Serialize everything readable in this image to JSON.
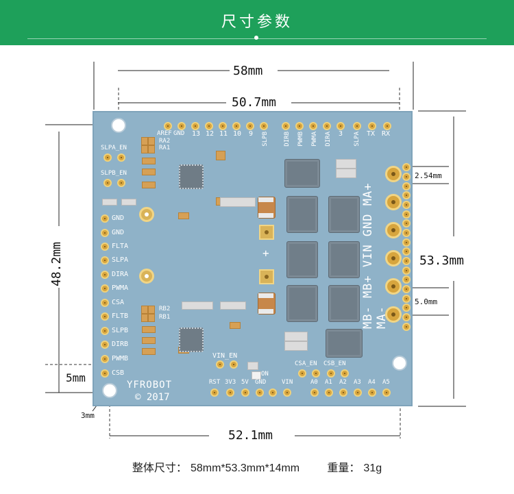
{
  "banner": {
    "title": "尺寸参数"
  },
  "dims": {
    "width_outer": "58mm",
    "width_holes": "50.7mm",
    "height_left": "48.2mm",
    "offset_5mm": "5mm",
    "hole_3mm": "3mm",
    "width_bottom": "52.1mm",
    "pitch": "2.54mm",
    "height_right": "53.3mm",
    "spacing_5": "5.0mm"
  },
  "board": {
    "brand": "YFROBOT",
    "year": "© 2017",
    "top_header": [
      "AREF",
      "GND",
      "13",
      "12",
      "11",
      "10",
      "9"
    ],
    "top_header_b": [
      "SLPB",
      "DIRB",
      "PWMB",
      "PWMA",
      "DIRA",
      "3",
      "SLPA",
      "TX",
      "RX"
    ],
    "left_pins": [
      "GND",
      "GND",
      "FLTA",
      "SLPA",
      "DIRA",
      "PWMA",
      "CSA",
      "FLTB",
      "SLPB",
      "DIRB",
      "PWMB",
      "CSB"
    ],
    "left_jumpers": [
      "SLPA_EN",
      "SLPB_EN"
    ],
    "resistors_top": [
      "RA2",
      "RA1"
    ],
    "resistors_bottom": [
      "RB2",
      "RB1"
    ],
    "vin_en": "VIN_EN",
    "csa_en": "CSA_EN",
    "csb_en": "CSB_EN",
    "power_pins": [
      "RST",
      "3V3",
      "5V",
      "GND",
      "VIN"
    ],
    "analog_pins": [
      "A0",
      "A1",
      "A2",
      "A3",
      "A4",
      "A5"
    ],
    "terminal_label": "MB- MB+ VIN GND MA+ MA-",
    "plus": "+",
    "on_label": "ON"
  },
  "footer": {
    "size_label": "整体尺寸：",
    "size_value": "58mm*53.3mm*14mm",
    "weight_label": "重量：",
    "weight_value": "31g"
  }
}
